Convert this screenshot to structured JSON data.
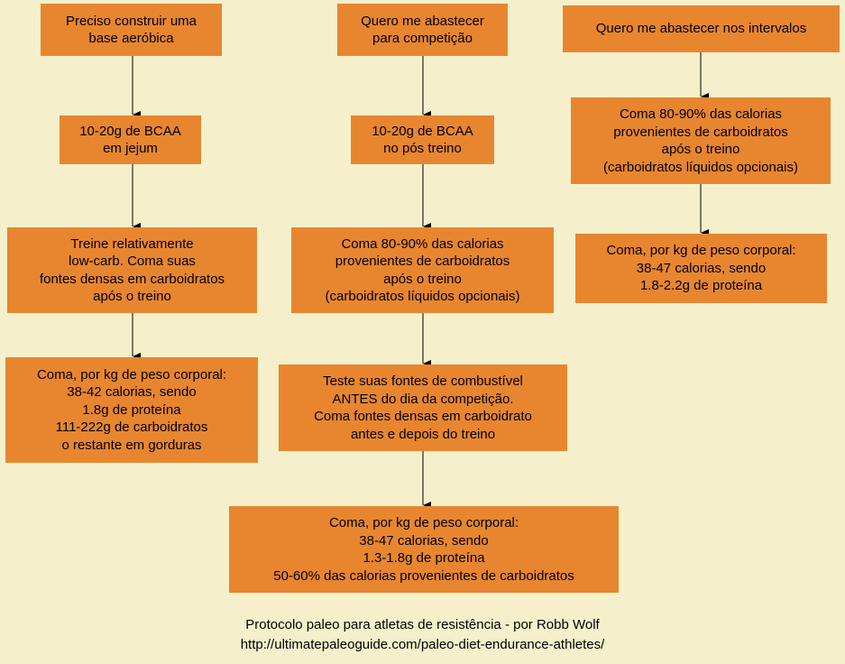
{
  "columns": [
    {
      "boxes": [
        {
          "lines": [
            "Preciso construir uma",
            "base aeróbica"
          ]
        },
        {
          "lines": [
            "10-20g de BCAA",
            "em jejum"
          ]
        },
        {
          "lines": [
            "Treine relativamente",
            "low-carb. Coma suas",
            "fontes densas em carboidratos",
            "após o treino"
          ]
        },
        {
          "lines": [
            "Coma, por kg de peso corporal:",
            "38-42 calorias, sendo",
            "1.8g de proteína",
            "111-222g de carboidratos",
            "o restante em gorduras"
          ]
        }
      ]
    },
    {
      "boxes": [
        {
          "lines": [
            "Quero me abastecer",
            "para competição"
          ]
        },
        {
          "lines": [
            "10-20g de BCAA",
            "no pós treino"
          ]
        },
        {
          "lines": [
            "Coma 80-90% das calorias",
            "provenientes de carboidratos",
            "após o treino",
            "(carboidratos líquidos opcionais)"
          ]
        },
        {
          "lines": [
            "Teste suas fontes de combustível",
            "ANTES do dia da competição.",
            "Coma fontes densas em carboidrato",
            "antes e depois do treino"
          ]
        },
        {
          "lines": [
            "Coma, por kg de peso corporal:",
            "38-47 calorias, sendo",
            "1.3-1.8g de proteína",
            "50-60% das calorias provenientes de carboidratos"
          ]
        }
      ]
    },
    {
      "boxes": [
        {
          "lines": [
            "Quero me abastecer nos intervalos"
          ]
        },
        {
          "lines": [
            "Coma 80-90% das calorias",
            "provenientes de carboidratos",
            "após o treino",
            "(carboidratos líquidos opcionais)"
          ]
        },
        {
          "lines": [
            "Coma, por kg de peso corporal:",
            "38-47 calorias, sendo",
            "1.8-2.2g de proteína"
          ]
        }
      ]
    }
  ],
  "footer": {
    "line1": "Protocolo paleo para atletas de resistência - por Robb Wolf",
    "line2": "http://ultimatepaleoguide.com/paleo-diet-endurance-athletes/"
  },
  "colors": {
    "box": "#e8862f",
    "background": "#f5f0cb",
    "arrow": "#000000"
  }
}
